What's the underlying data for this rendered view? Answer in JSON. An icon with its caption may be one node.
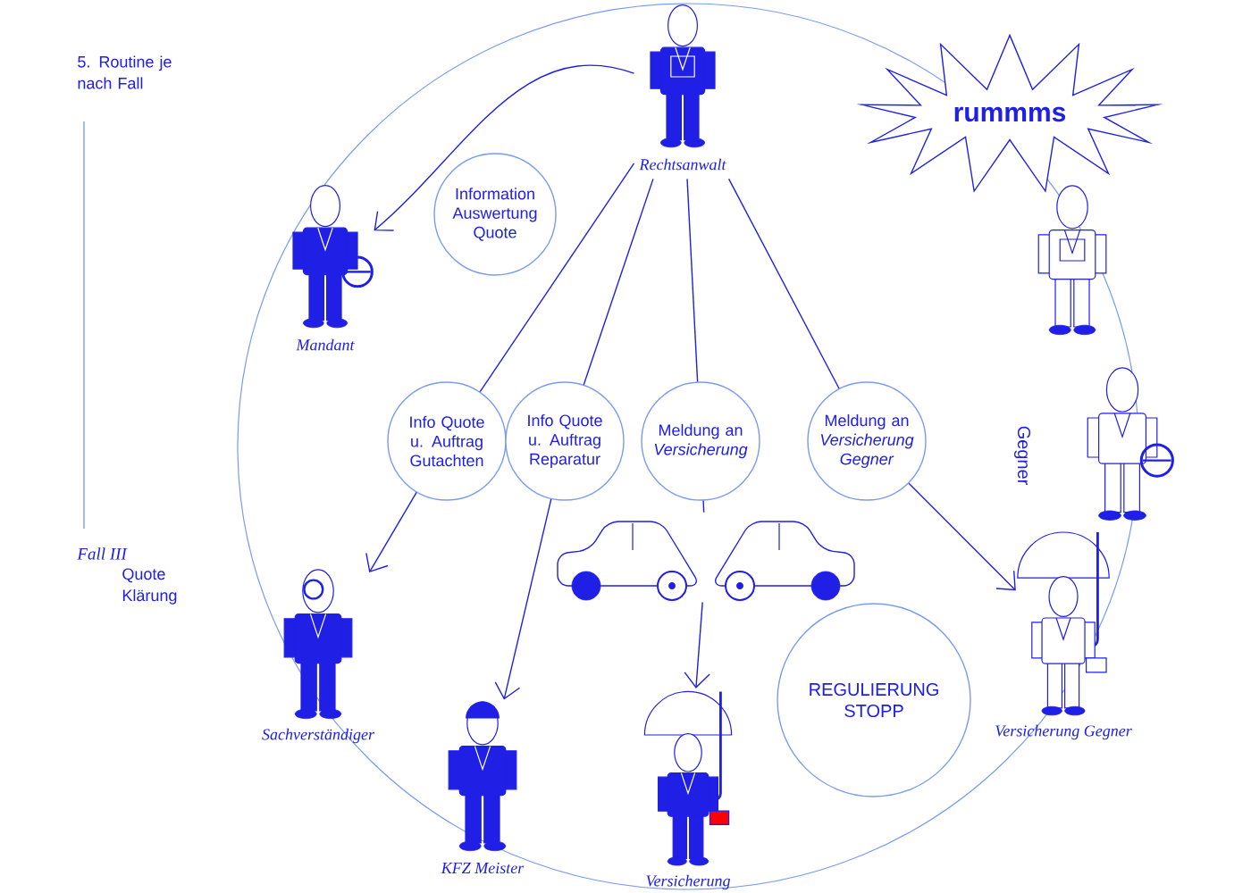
{
  "diagram": {
    "nodes": [
      {
        "text": [
          "Rechtsanwalt"
        ]
      },
      {
        "text": [
          "rummms"
        ]
      },
      {
        "text": [],
        "shape": "person"
      },
      {
        "text": [
          "Information Auswertung Quote"
        ]
      },
      {
        "text": [
          "Mandant"
        ]
      },
      {
        "text": [
          "Info Quote u. Auftrag Gutachten"
        ]
      },
      {
        "text": [
          "Info Quote u. Auftrag Reparatur"
        ]
      },
      {
        "text": [
          "Meldung an *Versicherung*"
        ]
      },
      {
        "text": [
          "Meldung an *Versicherung Gegner*"
        ]
      },
      {
        "text": [],
        "shape": "person"
      },
      {
        "text": [],
        "shape": "picture"
      },
      {
        "text": [
          "Versicherung Gegner"
        ]
      },
      {
        "text": [
          "Sachverständiger"
        ]
      },
      {
        "text": [
          "REGULIERUNG STOPP"
        ]
      },
      {
        "text": [
          "KFZ Meister"
        ]
      },
      {
        "text": [
          "Versicherung"
        ]
      }
    ],
    "edges": [
      {
        "from": 0,
        "to": 4,
        "arrow": "to"
      },
      {
        "from": 0,
        "to": 5,
        "arrow": "none"
      },
      {
        "from": 0,
        "to": 6,
        "arrow": "none"
      },
      {
        "from": 0,
        "to": 7,
        "arrow": "none"
      },
      {
        "from": 0,
        "to": 8,
        "arrow": "none"
      },
      {
        "from": 5,
        "to": 12,
        "arrow": "to"
      },
      {
        "from": 6,
        "to": 14,
        "arrow": "to"
      },
      {
        "from": 7,
        "to": 10,
        "arrow": "none"
      },
      {
        "from": 10,
        "to": 15,
        "arrow": "to"
      },
      {
        "from": 8,
        "to": 11,
        "arrow": "to"
      }
    ],
    "labels": [
      "5. Routine je nach Fall",
      "Fall III",
      "Quote Klärung",
      "Gegner"
    ]
  }
}
